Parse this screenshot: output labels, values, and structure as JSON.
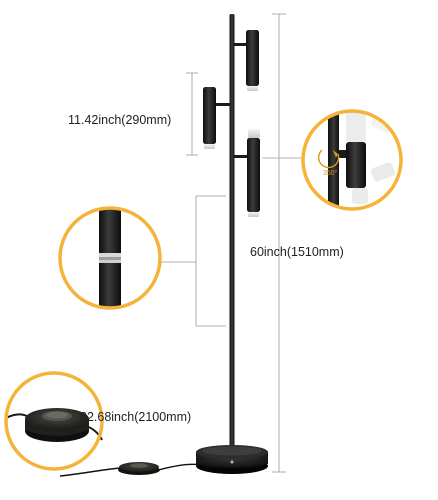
{
  "product": {
    "arm_length_label": "11.42inch(290mm)",
    "height_label": "60inch(1510mm)",
    "cord_length_label": "82.68inch(2100mm)",
    "rotation_label": "350°"
  },
  "colors": {
    "lamp_body": "#1b1b1b",
    "guide_lines": "#9a9a9a",
    "callout_ring": "#f4b43a",
    "text": "#222222",
    "background": "#ffffff"
  }
}
